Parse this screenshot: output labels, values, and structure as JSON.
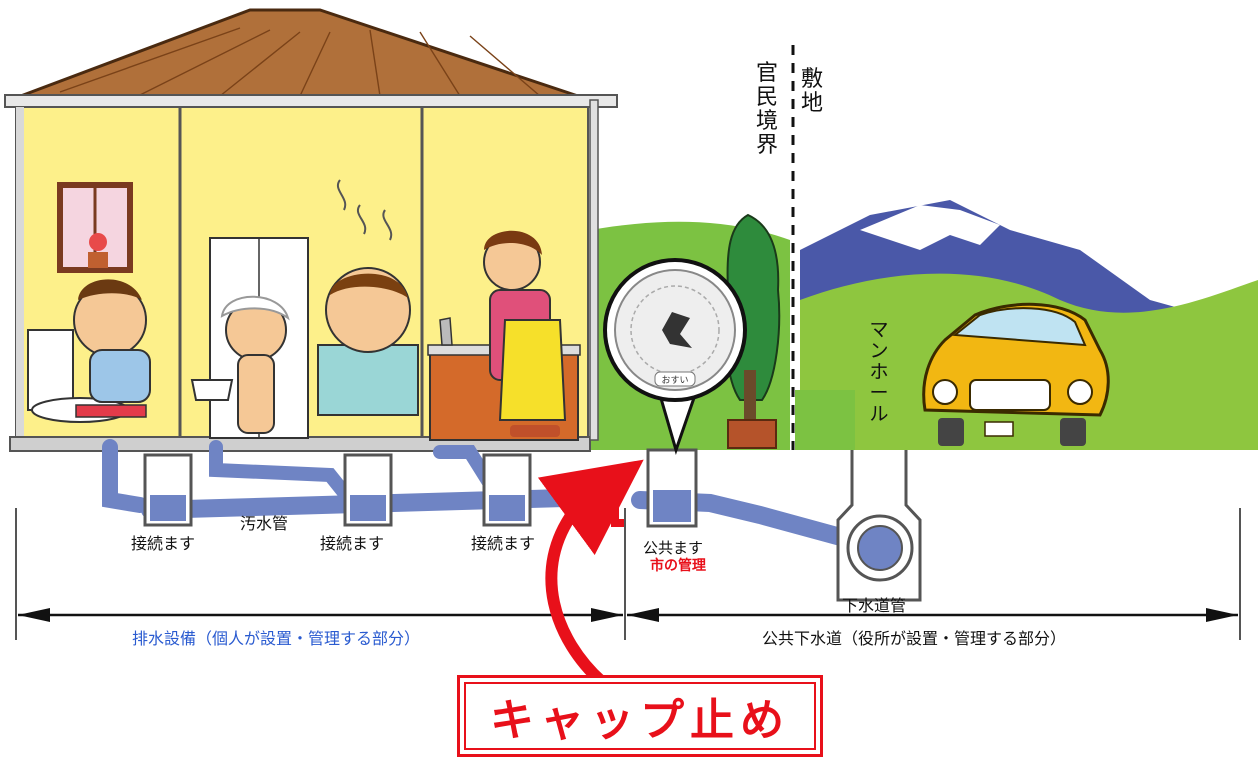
{
  "boundary": {
    "left": "官民境界",
    "right": "敷地"
  },
  "pipes": {
    "sewage_pipe": "汚水管",
    "sewer_main": "下水道管"
  },
  "boxes": {
    "connection_labels": [
      "接続ます",
      "接続ます",
      "接続ます"
    ],
    "public_box": "公共ます",
    "public_box_note": "市の管理"
  },
  "manhole": {
    "label": "マンホール",
    "cover_text": "おすい"
  },
  "sections": {
    "private": "排水設備（個人が設置・管理する部分）",
    "public": "公共下水道（役所が設置・管理する部分）"
  },
  "callout": {
    "title": "キャップ止め"
  },
  "colors": {
    "accent": "#e8101a",
    "pipe": "#6f84c4",
    "wall": "#fdf08a",
    "ground": "#8ec63f"
  }
}
